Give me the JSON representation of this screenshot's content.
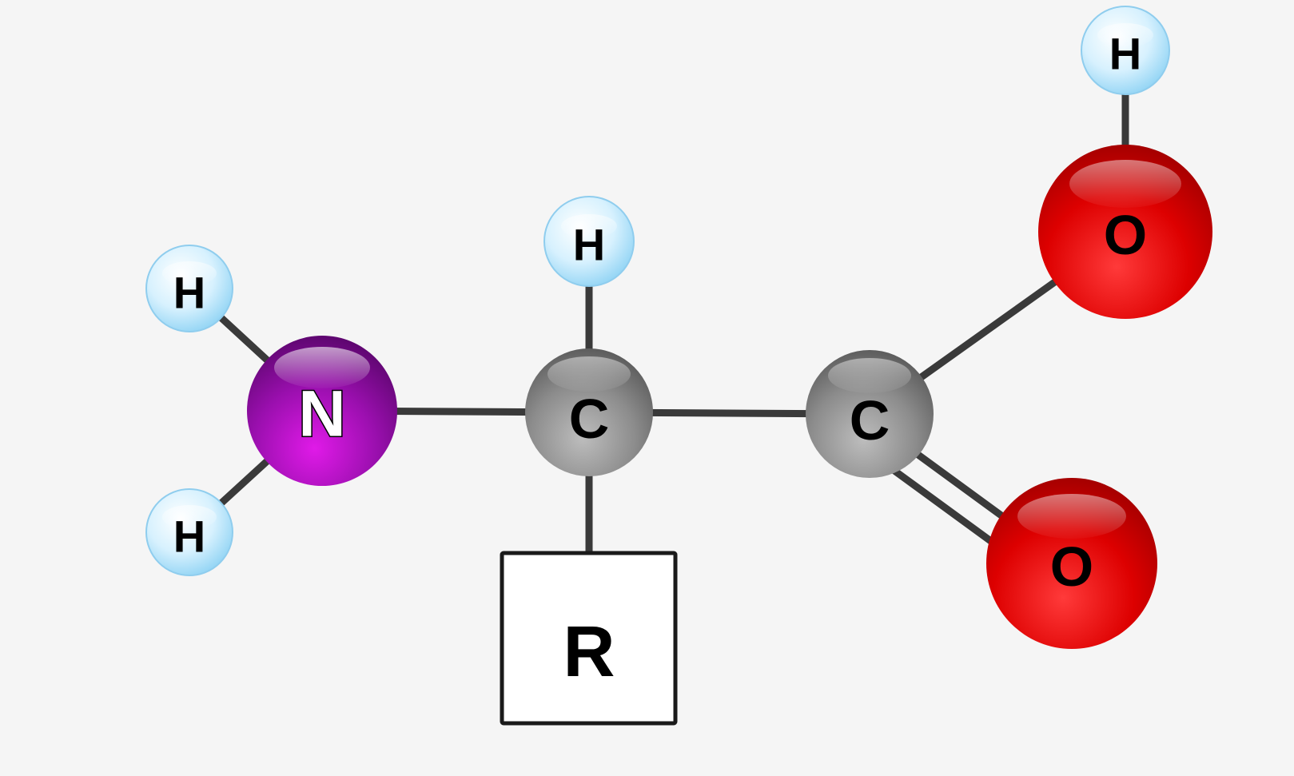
{
  "diagram": {
    "atoms": [
      {
        "id": "h_n_top",
        "element": "H",
        "label": "H",
        "color": "#cfeefe"
      },
      {
        "id": "h_n_bottom",
        "element": "H",
        "label": "H",
        "color": "#cfeefe"
      },
      {
        "id": "n",
        "element": "N",
        "label": "N",
        "color": "#8b0a9e"
      },
      {
        "id": "h_alpha",
        "element": "H",
        "label": "H",
        "color": "#cfeefe"
      },
      {
        "id": "c_alpha",
        "element": "C",
        "label": "C",
        "color": "#8a8a8a"
      },
      {
        "id": "c_carboxyl",
        "element": "C",
        "label": "C",
        "color": "#8a8a8a"
      },
      {
        "id": "o_hydroxyl",
        "element": "O",
        "label": "O",
        "color": "#dd0000"
      },
      {
        "id": "h_o",
        "element": "H",
        "label": "H",
        "color": "#cfeefe"
      },
      {
        "id": "o_double",
        "element": "O",
        "label": "O",
        "color": "#dd0000"
      }
    ],
    "r_group": {
      "label": "R"
    },
    "bonds": [
      {
        "from": "h_n_top",
        "to": "n",
        "order": 1
      },
      {
        "from": "h_n_bottom",
        "to": "n",
        "order": 1
      },
      {
        "from": "n",
        "to": "c_alpha",
        "order": 1
      },
      {
        "from": "h_alpha",
        "to": "c_alpha",
        "order": 1
      },
      {
        "from": "c_alpha",
        "to": "r_group",
        "order": 1
      },
      {
        "from": "c_alpha",
        "to": "c_carboxyl",
        "order": 1
      },
      {
        "from": "c_carboxyl",
        "to": "o_hydroxyl",
        "order": 1
      },
      {
        "from": "o_hydroxyl",
        "to": "h_o",
        "order": 1
      },
      {
        "from": "c_carboxyl",
        "to": "o_double",
        "order": 2
      }
    ],
    "colors": {
      "background": "#f5f5f5",
      "bond": "#3a3a3a",
      "label": "#000000",
      "nitrogen_label": "#ffffff"
    }
  }
}
